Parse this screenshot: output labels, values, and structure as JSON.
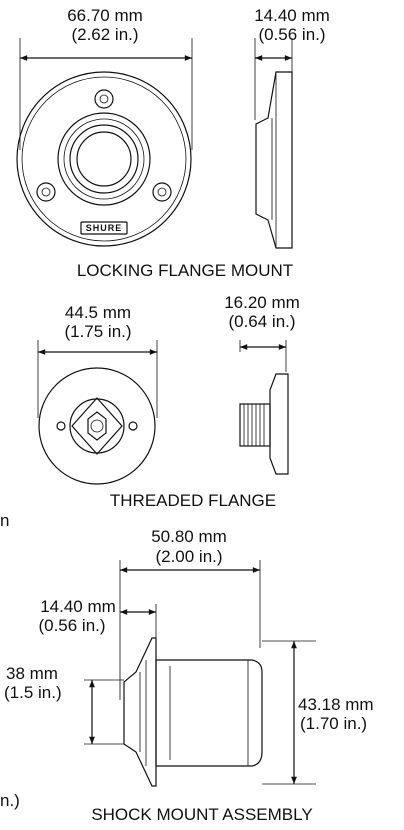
{
  "locking_flange": {
    "diameter_mm": "66.70 mm",
    "diameter_in": "(2.62 in.)",
    "depth_mm": "14.40 mm",
    "depth_in": "(0.56 in.)",
    "logo_text": "SHURE",
    "caption": "LOCKING FLANGE MOUNT"
  },
  "threaded_flange": {
    "diameter_mm": "44.5 mm",
    "diameter_in": "(1.75 in.)",
    "depth_mm": "16.20 mm",
    "depth_in": "(0.64 in.)",
    "caption": "THREADED FLANGE"
  },
  "shock_mount": {
    "length_mm": "50.80 mm",
    "length_in": "(2.00 in.)",
    "flange_mm": "14.40 mm",
    "flange_in": "(0.56 in.)",
    "body_dia_mm": "38 mm",
    "body_dia_in": "(1.5 in.)",
    "outer_dia_mm": "43.18 mm",
    "outer_dia_in": "(1.70  in.)",
    "caption": "SHOCK MOUNT ASSEMBLY"
  },
  "edge_fragments": {
    "left_mid": "n",
    "left_bottom": "n.)"
  }
}
